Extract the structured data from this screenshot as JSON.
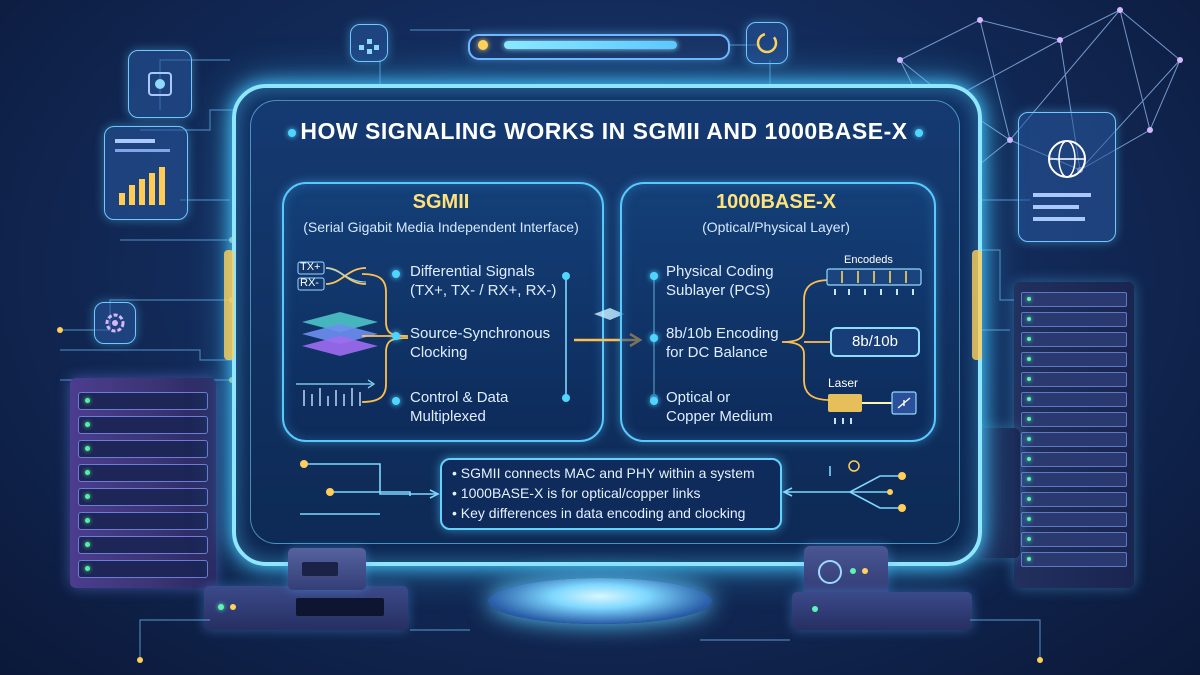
{
  "title": "HOW SIGNALING WORKS IN SGMII AND 1000BASE-X",
  "left_panel": {
    "heading": "SGMII",
    "subheading": "(Serial Gigabit Media Independent Interface)",
    "signal_labels": [
      "TX+",
      "RX-"
    ],
    "items": [
      {
        "line1": "Differential Signals",
        "line2": "(TX+, TX- / RX+, RX-)"
      },
      {
        "line1": "Source-Synchronous",
        "line2": "Clocking"
      },
      {
        "line1": "Control & Data",
        "line2": "Multiplexed"
      }
    ]
  },
  "right_panel": {
    "heading": "1000BASE-X",
    "subheading": "(Optical/Physical Layer)",
    "items": [
      {
        "line1": "Physical Coding",
        "line2": "Sublayer (PCS)"
      },
      {
        "line1": "8b/10b Encoding",
        "line2": "for DC Balance"
      },
      {
        "line1": "Optical or",
        "line2": "Copper Medium"
      }
    ],
    "encoded_label": "Encodeds",
    "encoding_box": "8b/10b",
    "laser_label": "Laser"
  },
  "summary": [
    "SGMII connects MAC and PHY within a system",
    "1000BASE-X is for optical/copper links",
    "Key differences in data encoding and clocking"
  ],
  "colors": {
    "accent_cyan": "#58c9ff",
    "heading_yellow": "#ffe27a",
    "connector_amber": "#ffbf4d",
    "background": "#132c5c"
  },
  "top_bar_progress": 0.8
}
